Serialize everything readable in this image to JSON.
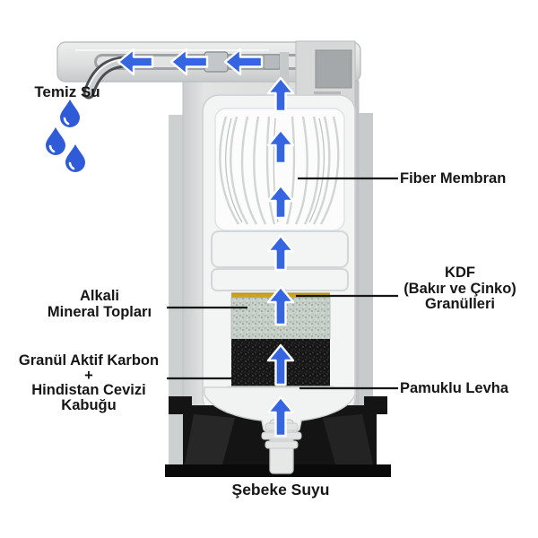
{
  "labels": {
    "clean_water": "Temiz Su",
    "fiber_membrane": "Fiber Membran",
    "kdf": [
      "KDF",
      "(Bakır ve Çinko)",
      "Granülleri"
    ],
    "alkali": [
      "Alkali",
      "Mineral Topları"
    ],
    "carbon": [
      "Granül Aktif Karbon",
      "+",
      "Hindistan Cevizi",
      "Kabuğu"
    ],
    "cotton_sheet": "Pamuklu Levha",
    "mains_water": "Şebeke Suyu"
  },
  "colors": {
    "arrow_blue": "#3565E0",
    "drop_blue": "#2F5BD9",
    "kdf_gold": "#C9A227",
    "carbon_black": "#171717",
    "alkali_gray": "#C7CFC9",
    "body_gray": "#DDDFDF",
    "base_black": "#141414",
    "label_text": "#161616"
  }
}
